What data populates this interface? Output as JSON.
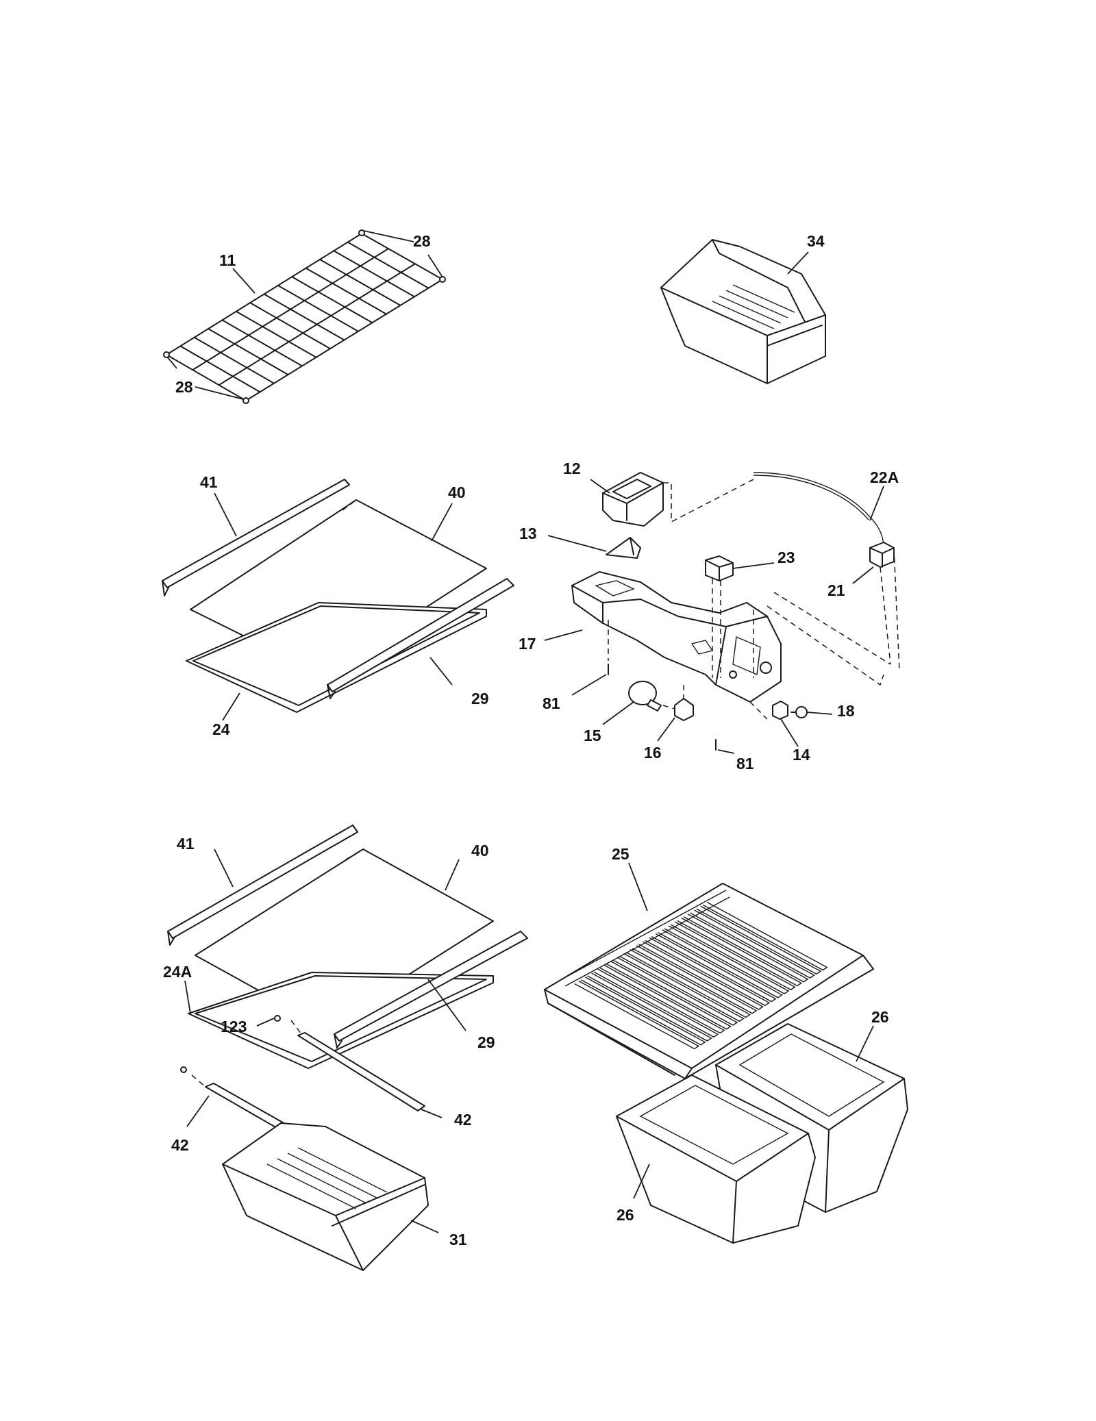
{
  "labels": {
    "p11": "11",
    "p28a": "28",
    "p28b": "28",
    "p34": "34",
    "p41a": "41",
    "p40a": "40",
    "p29a": "29",
    "p24": "24",
    "p12": "12",
    "p22A": "22A",
    "p13": "13",
    "p23": "23",
    "p21": "21",
    "p17": "17",
    "p81a": "81",
    "p15": "15",
    "p16": "16",
    "p81b": "81",
    "p14": "14",
    "p18": "18",
    "p41b": "41",
    "p40b": "40",
    "p24A": "24A",
    "p123": "123",
    "p29b": "29",
    "p42a": "42",
    "p42b": "42",
    "p31": "31",
    "p25": "25",
    "p26a": "26",
    "p26b": "26"
  }
}
